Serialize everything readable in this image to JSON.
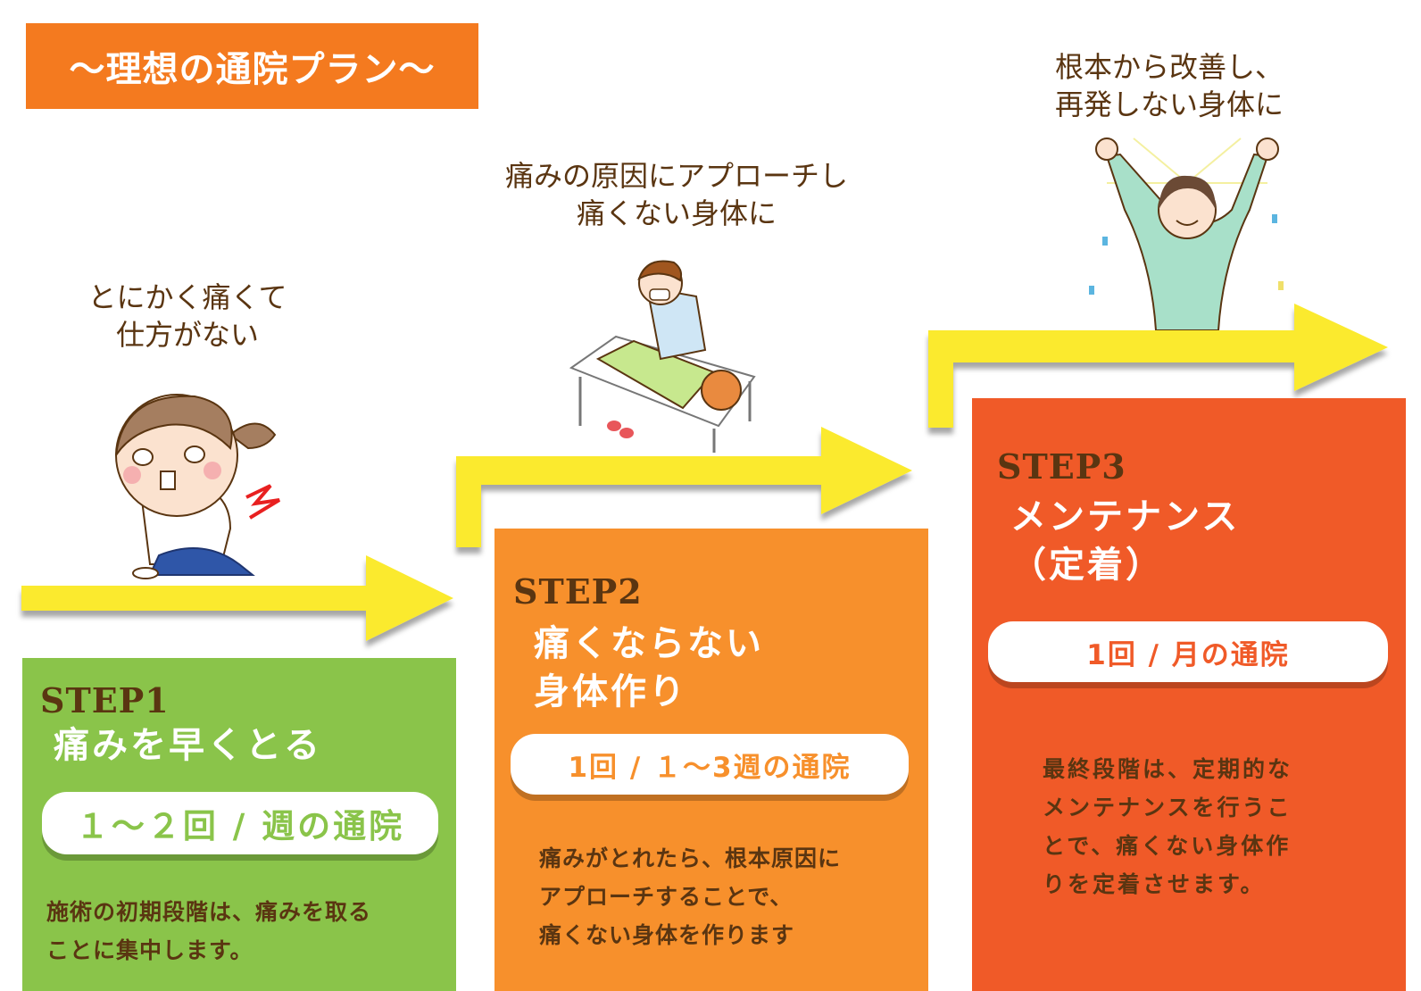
{
  "title": "〜理想の通院プラン〜",
  "captions": {
    "step1": [
      "とにかく痛くて",
      "仕方がない"
    ],
    "step2": [
      "痛みの原因にアプローチし",
      "痛くない身体に"
    ],
    "step3": [
      "根本から改善し、",
      "再発しない身体に"
    ]
  },
  "steps": [
    {
      "label": "STEP1",
      "title": [
        "痛みを早くとる"
      ],
      "frequency": "１〜２回 / 週の通院",
      "description": [
        "施術の初期段階は、痛みを取る",
        "ことに集中します。"
      ],
      "color": "#8ac44a"
    },
    {
      "label": "STEP2",
      "title": [
        "痛くならない",
        "身体作り"
      ],
      "frequency": "1回 / １〜3週の通院",
      "description": [
        "痛みがとれたら、根本原因に",
        "アプローチすることで、",
        "痛くない身体を作ります"
      ],
      "color": "#f7902c"
    },
    {
      "label": "STEP3",
      "title": [
        "メンテナンス",
        "（定着）"
      ],
      "frequency": "1回 / 月の通院",
      "description": [
        "最終段階は、定期的な",
        "メンテナンスを行うこ",
        "とで、痛くない身体作",
        "りを定着させます。"
      ],
      "color": "#f05a28"
    }
  ],
  "colors": {
    "title_bg": "#f47a1f",
    "arrow": "#fbea2f",
    "text_brown": "#5a3511"
  }
}
